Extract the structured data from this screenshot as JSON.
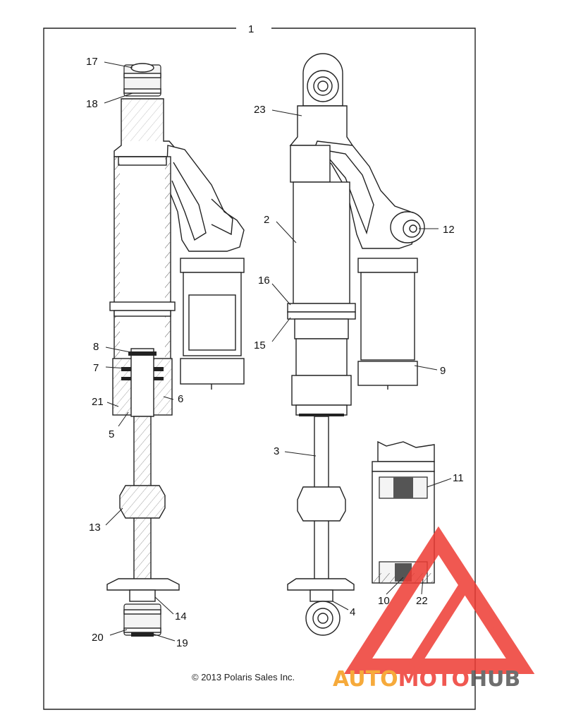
{
  "diagram": {
    "assembly_number": "1",
    "callouts": [
      "17",
      "18",
      "23",
      "2",
      "12",
      "16",
      "15",
      "8",
      "7",
      "21",
      "6",
      "5",
      "9",
      "3",
      "11",
      "13",
      "10",
      "22",
      "4",
      "14",
      "20",
      "19"
    ],
    "copyright": "© 2013 Polaris Sales Inc.",
    "watermark": {
      "part1": "AUTO",
      "part2": "MOTO",
      "part3": "HUB"
    },
    "colors": {
      "watermark_red": "#ee3b33",
      "watermark_dark": "#555555",
      "watermark_orange": "#f59c1a",
      "line": "#222222"
    }
  }
}
